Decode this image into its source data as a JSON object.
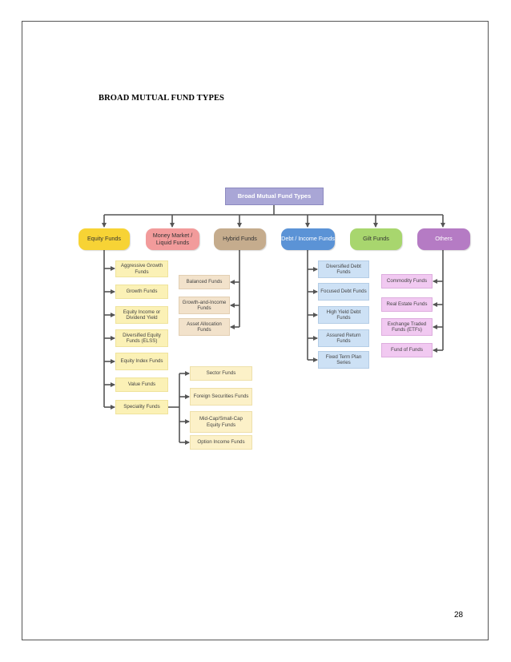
{
  "title": "BROAD MUTUAL FUND TYPES",
  "page_number": "28",
  "diagram": {
    "root": "Broad Mutual Fund Types",
    "categories": [
      {
        "label": "Equity Funds",
        "color": "#f7d335"
      },
      {
        "label": "Money Market / Liquid Funds",
        "color": "#f29b9b"
      },
      {
        "label": "Hybrid Funds",
        "color": "#c5ac8d"
      },
      {
        "label": "Debt / Income Funds",
        "color": "#5b93d6"
      },
      {
        "label": "Gilt Funds",
        "color": "#a8d66e"
      },
      {
        "label": "Others",
        "color": "#b57bc4"
      }
    ],
    "equity": [
      "Aggressive Growth Funds",
      "Growth Funds",
      "Equity Income or Dividend Yield",
      "Diversified Equity Funds (ELSS)",
      "Equity Index Funds",
      "Value Funds",
      "Speciality Funds"
    ],
    "speciality": [
      "Sector Funds",
      "Foreign Securities Funds",
      "Mid-Cap/Small-Cap Equity Funds",
      "Option Income Funds"
    ],
    "hybrid": [
      "Balanced Funds",
      "Growth-and-Income Funds",
      "Asset Allocation Funds"
    ],
    "debt": [
      "Diversified Debt Funds",
      "Focused Debt Funds",
      "High Yield Debt Funds",
      "Assured Return Funds",
      "Fixed Term Plan Series"
    ],
    "others": [
      "Commodity Funds",
      "Real Estate Funds",
      "Exchange Traded Funds (ETFs)",
      "Fund of Funds"
    ]
  }
}
